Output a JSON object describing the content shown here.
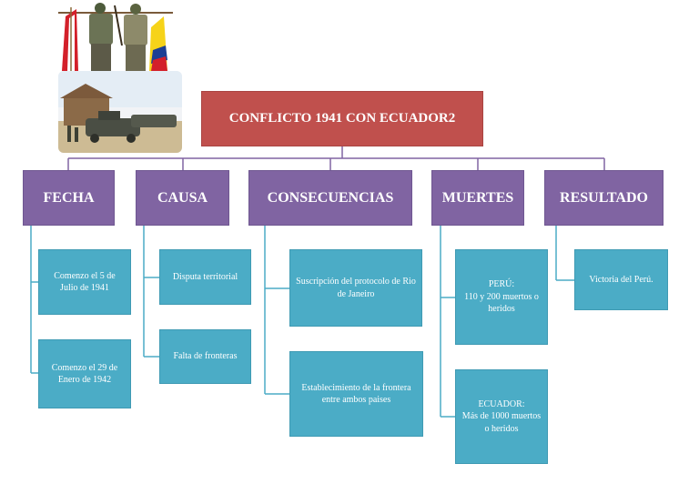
{
  "title": "CONFLICTO 1941 CON ECUADOR2",
  "categories": [
    {
      "label": "FECHA",
      "items": [
        "Comenzo el 5 de Julio de 1941",
        "Comenzo el 29 de Enero de 1942"
      ]
    },
    {
      "label": "CAUSA",
      "items": [
        "Disputa territorial",
        "Falta de fronteras"
      ]
    },
    {
      "label": "CONSECUENCIAS",
      "items": [
        "Suscripción del protocolo de Rio de Janeiro",
        "Establecimiento de la frontera entre ambos paises"
      ]
    },
    {
      "label": "MUERTES",
      "items": [
        {
          "heading": "PERÚ:",
          "text": "110 y 200 muertos o heridos"
        },
        {
          "heading": "ECUADOR:",
          "text": "Más de 1000 muertos o heridos"
        }
      ]
    },
    {
      "label": "RESULTADO",
      "items": [
        "Victoria del Perú."
      ]
    }
  ],
  "colors": {
    "root": "#c0504d",
    "category": "#8064a2",
    "leaf": "#4bacc6",
    "connector": "#8064a2",
    "leaf_connector": "#4bacc6"
  },
  "images": [
    "soldiers-with-flags-photo",
    "tanks-convoy-photo"
  ]
}
